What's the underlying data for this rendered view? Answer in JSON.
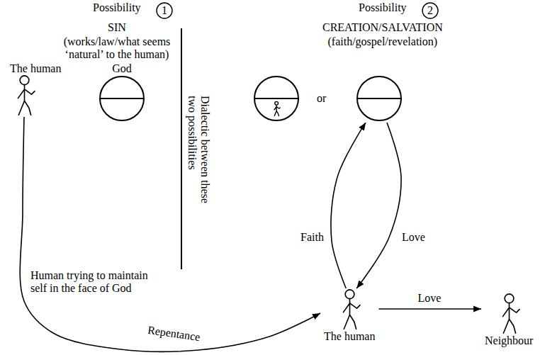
{
  "diagram": {
    "nodes": [
      {
        "text": [
          "The human"
        ]
      },
      {
        "text": [
          "God"
        ]
      },
      {
        "text": []
      },
      {
        "text": [
          "The human"
        ]
      },
      {
        "text": [
          "Neighbour"
        ]
      }
    ],
    "edges": [
      {
        "from": 3,
        "to": 2,
        "label": "Faith",
        "arrow": "to"
      },
      {
        "from": 2,
        "to": 3,
        "label": "Love",
        "arrow": "to"
      },
      {
        "from": 3,
        "to": 4,
        "label": "Love",
        "arrow": "to"
      },
      {
        "from": 0,
        "to": 3,
        "label": "Repentance",
        "arrow": "to"
      }
    ],
    "labels": [
      "Possibility",
      "1",
      "SIN",
      "(works/law/what seems ‘natural’ to the human)",
      "Possibility",
      "2",
      "CREATION/SALVATION",
      "(faith/gospel/revelation)",
      "Dialectic between these two possibilities",
      "or",
      "Human trying to maintain self in the face of God"
    ]
  }
}
